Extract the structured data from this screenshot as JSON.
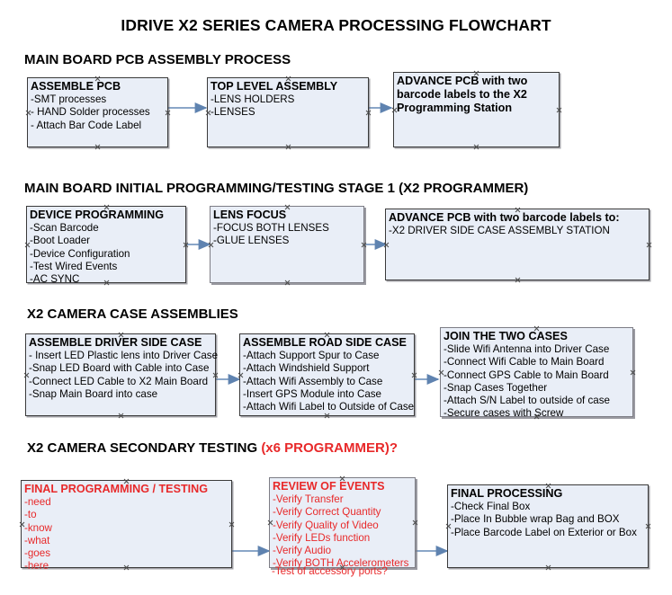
{
  "document": {
    "title": "IDRIVE X2  SERIES CAMERA PROCESSING FLOWCHART"
  },
  "sections": [
    {
      "id": "main-board-pcb-assembly",
      "heading": "MAIN BOARD PCB ASSEMBLY PROCESS",
      "heading_accent": ""
    },
    {
      "id": "main-board-initial-programming",
      "heading": "MAIN BOARD INITIAL PROGRAMMING/TESTING STAGE 1 (X2 PROGRAMMER)",
      "heading_accent": ""
    },
    {
      "id": "x2-camera-case-assemblies",
      "heading": "X2 CAMERA CASE ASSEMBLIES",
      "heading_accent": ""
    },
    {
      "id": "x2-camera-secondary-testing",
      "heading": "X2 CAMERA SECONDARY TESTING ",
      "heading_accent": "(x6 PROGRAMMER)?"
    }
  ],
  "nodes": [
    {
      "id": "assemble-pcb",
      "title": "ASSEMBLE PCB",
      "lines": [
        "-SMT processes",
        "- HAND Solder processes",
        "- Attach Bar Code Label"
      ],
      "color": "black"
    },
    {
      "id": "top-level-assembly",
      "title": "TOP LEVEL ASSEMBLY",
      "lines": [
        "-LENS HOLDERS",
        "-LENSES"
      ],
      "color": "black"
    },
    {
      "id": "advance-pcb-to-x2-programming-station",
      "title": "ADVANCE PCB with two barcode labels to the  X2 Programming Station",
      "lines": [],
      "color": "black"
    },
    {
      "id": "device-programming",
      "title": "DEVICE PROGRAMMING",
      "lines": [
        "-Scan Barcode",
        "-Boot Loader",
        "-Device Configuration",
        "-Test Wired Events",
        "-AC SYNC"
      ],
      "color": "black"
    },
    {
      "id": "lens-focus",
      "title": "LENS FOCUS",
      "lines": [
        "-FOCUS BOTH LENSES",
        "-GLUE LENSES"
      ],
      "color": "black"
    },
    {
      "id": "advance-pcb-to-driver-side-case-station",
      "title": "ADVANCE PCB with two barcode labels to:",
      "lines": [
        "-X2 DRIVER  SIDE  CASE  ASSEMBLY STATION"
      ],
      "color": "black"
    },
    {
      "id": "assemble-driver-side-case",
      "title": "ASSEMBLE DRIVER SIDE CASE",
      "lines": [
        "- Insert LED Plastic lens into Driver Case",
        "-Snap LED Board with Cable into Case",
        "-Connect LED Cable to X2 Main Board",
        "-Snap Main Board into case"
      ],
      "color": "black"
    },
    {
      "id": "assemble-road-side-case",
      "title": "ASSEMBLE ROAD SIDE CASE",
      "lines": [
        "-Attach Support Spur to Case",
        "-Attach Windshield Support",
        "-Attach Wifi Assembly to Case",
        "-Insert GPS Module into Case",
        "-Attach Wifi Label to Outside of Case"
      ],
      "color": "black"
    },
    {
      "id": "join-the-two-cases",
      "title": "JOIN THE TWO CASES",
      "lines": [
        "-Slide Wifi Antenna into Driver Case",
        "-Connect Wifi Cable to Main Board",
        "-Connect GPS Cable to Main Board",
        "-Snap Cases Together",
        "-Attach S/N Label to outside of case",
        "-Secure cases with Screw"
      ],
      "color": "black"
    },
    {
      "id": "final-programming-testing",
      "title": "FINAL PROGRAMMING / TESTING",
      "lines": [
        "-need",
        "-to",
        "-know",
        "-what",
        "-goes",
        "-here"
      ],
      "color": "red"
    },
    {
      "id": "review-of-events",
      "title": "REVIEW OF EVENTS",
      "lines": [
        "-Verify Transfer",
        "-Verify Correct Quantity",
        "-Verify Quality of Video",
        "-Verify LEDs function",
        "-Verify Audio",
        "-Verify BOTH Accelerometers"
      ],
      "overflow_line": "-Test of accessory ports?",
      "color": "red"
    },
    {
      "id": "final-processing",
      "title": "FINAL PROCESSING",
      "lines": [
        " -Check Final Box",
        "-Place In Bubble wrap Bag and BOX",
        "-Place Barcode Label on Exterior or Box"
      ],
      "color": "black"
    }
  ],
  "theme": {
    "node_fill": "#e9eef7",
    "node_border": "#3a3a3a",
    "connector": "#7f9ec4",
    "accent_red": "#e8292a",
    "text": "#000000",
    "background": "#ffffff"
  }
}
